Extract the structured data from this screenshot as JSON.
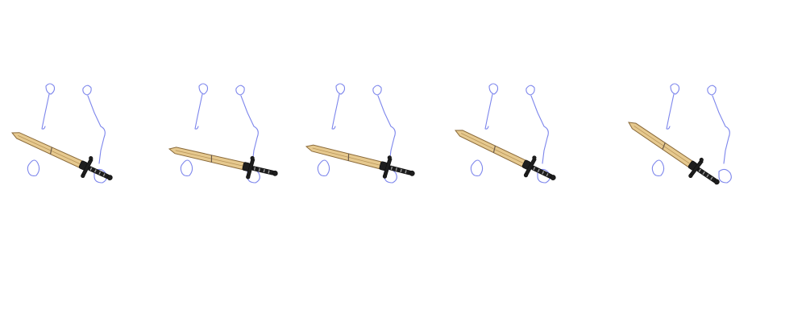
{
  "sprite_sheet": {
    "background_color": "#ffffff",
    "sketch_color": "#6f79ea",
    "blade_color": "#e6c98f",
    "hilt_color": "#1e1e1e",
    "frames": [
      {
        "index": 1,
        "pose": "sword-diagonal"
      },
      {
        "index": 2,
        "pose": "sword-level"
      },
      {
        "index": 3,
        "pose": "sword-level"
      },
      {
        "index": 4,
        "pose": "sword-slight-diagonal"
      },
      {
        "index": 5,
        "pose": "sword-steep-diagonal"
      }
    ]
  }
}
